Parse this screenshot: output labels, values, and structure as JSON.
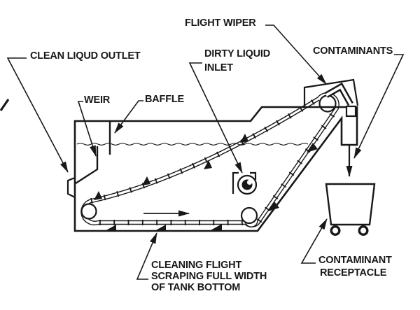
{
  "colors": {
    "ink": "#181818",
    "paper": "#ffffff"
  },
  "labels": {
    "flight_wiper": "FLIGHT WIPER",
    "clean_liquid_outlet": "CLEAN LIQUD OUTLET",
    "dirty_liquid_inlet": [
      "DIRTY LIQUID",
      "INLET"
    ],
    "contaminants": "CONTAMINANTS",
    "weir": "WEIR",
    "baffle": "BAFFLE",
    "cleaning_flight": [
      "CLEANING FLIGHT",
      "SCRAPING FULL WIDTH",
      "OF TANK BOTTOM"
    ],
    "contaminant_receptacle": [
      "CONTAMINANT",
      "RECEPTACLE"
    ]
  }
}
